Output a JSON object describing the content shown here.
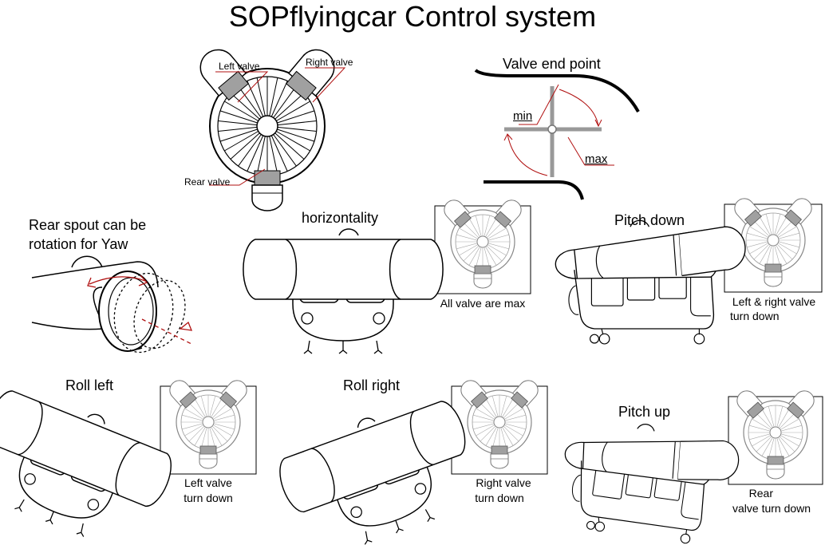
{
  "title": "SOPflyingcar Control system",
  "fan_labels": {
    "left_valve": "Left valve",
    "right_valve": "Right valve",
    "rear_valve": "Rear valve"
  },
  "valve_end": {
    "title": "Valve end point",
    "min": "min",
    "max": "max"
  },
  "yaw": {
    "line1": "Rear spout can be",
    "line2": "rotation for Yaw"
  },
  "panels": [
    {
      "title": "horizontality",
      "caption1": "All valve are max",
      "caption2": ""
    },
    {
      "title": "Pitch down",
      "caption1": "Left & right valve",
      "caption2": "turn down"
    },
    {
      "title": "Roll left",
      "caption1": "Left valve",
      "caption2": "turn down"
    },
    {
      "title": "Roll right",
      "caption1": "Right valve",
      "caption2": "turn down"
    },
    {
      "title": "Pitch up",
      "caption1": "Rear",
      "caption2": "valve turn down"
    }
  ],
  "colors": {
    "line": "#000000",
    "valve": "#a0a0a0",
    "accent": "#b01010"
  }
}
